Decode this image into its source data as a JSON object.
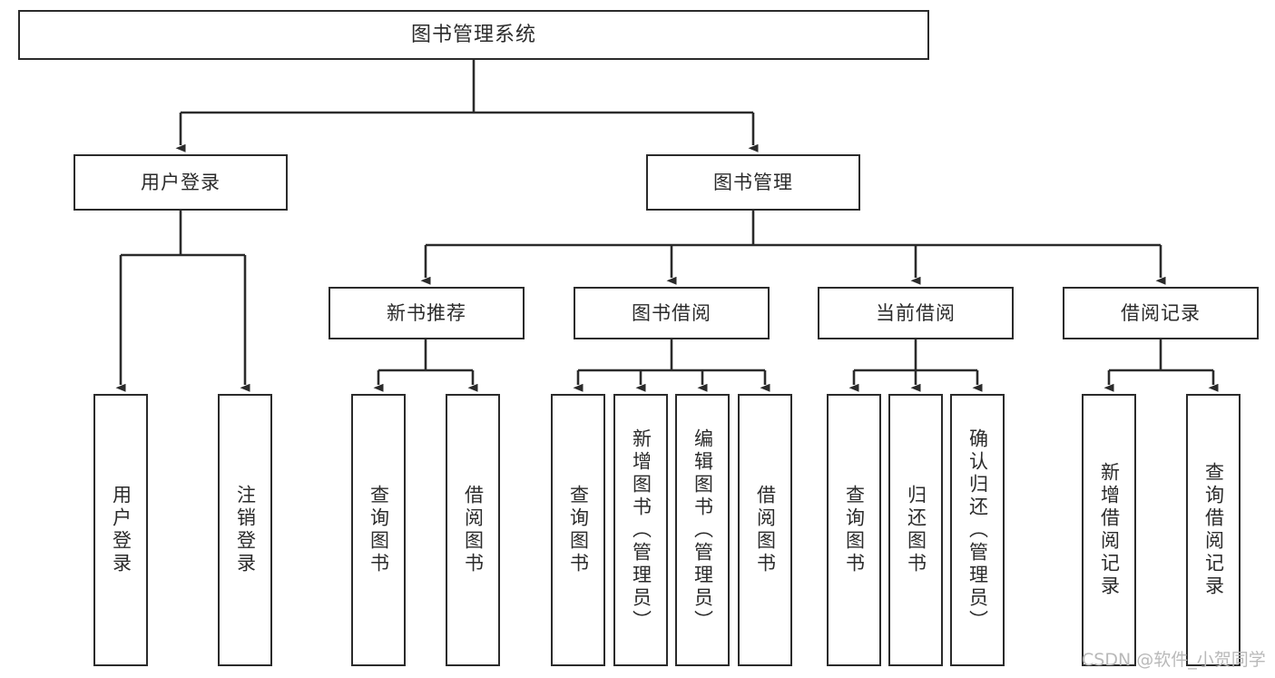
{
  "diagram": {
    "title": "图书管理系统",
    "type": "tree-hierarchy-diagram",
    "stroke_color": "#2b2b2b",
    "fill_color": "#ffffff",
    "background": "#ffffff",
    "watermark": "CSDN @软件_小贺同学"
  },
  "nodes": {
    "root": {
      "label": "图书管理系统"
    },
    "level2": [
      {
        "label": "用户登录"
      },
      {
        "label": "图书管理"
      }
    ],
    "level3": [
      {
        "label": "新书推荐"
      },
      {
        "label": "图书借阅"
      },
      {
        "label": "当前借阅"
      },
      {
        "label": "借阅记录"
      }
    ],
    "leaves": {
      "user_login": [
        {
          "label": "用户登录"
        },
        {
          "label": "注销登录"
        }
      ],
      "new_book": [
        {
          "label": "查询图书"
        },
        {
          "label": "借阅图书"
        }
      ],
      "book_borrow": [
        {
          "label": "查询图书"
        },
        {
          "label": "新增图书（管理员）"
        },
        {
          "label": "编辑图书（管理员）"
        },
        {
          "label": "借阅图书"
        }
      ],
      "current_borrow": [
        {
          "label": "查询图书"
        },
        {
          "label": "归还图书"
        },
        {
          "label": "确认归还（管理员）"
        }
      ],
      "borrow_record": [
        {
          "label": "新增借阅记录"
        },
        {
          "label": "查询借阅记录"
        }
      ]
    }
  }
}
